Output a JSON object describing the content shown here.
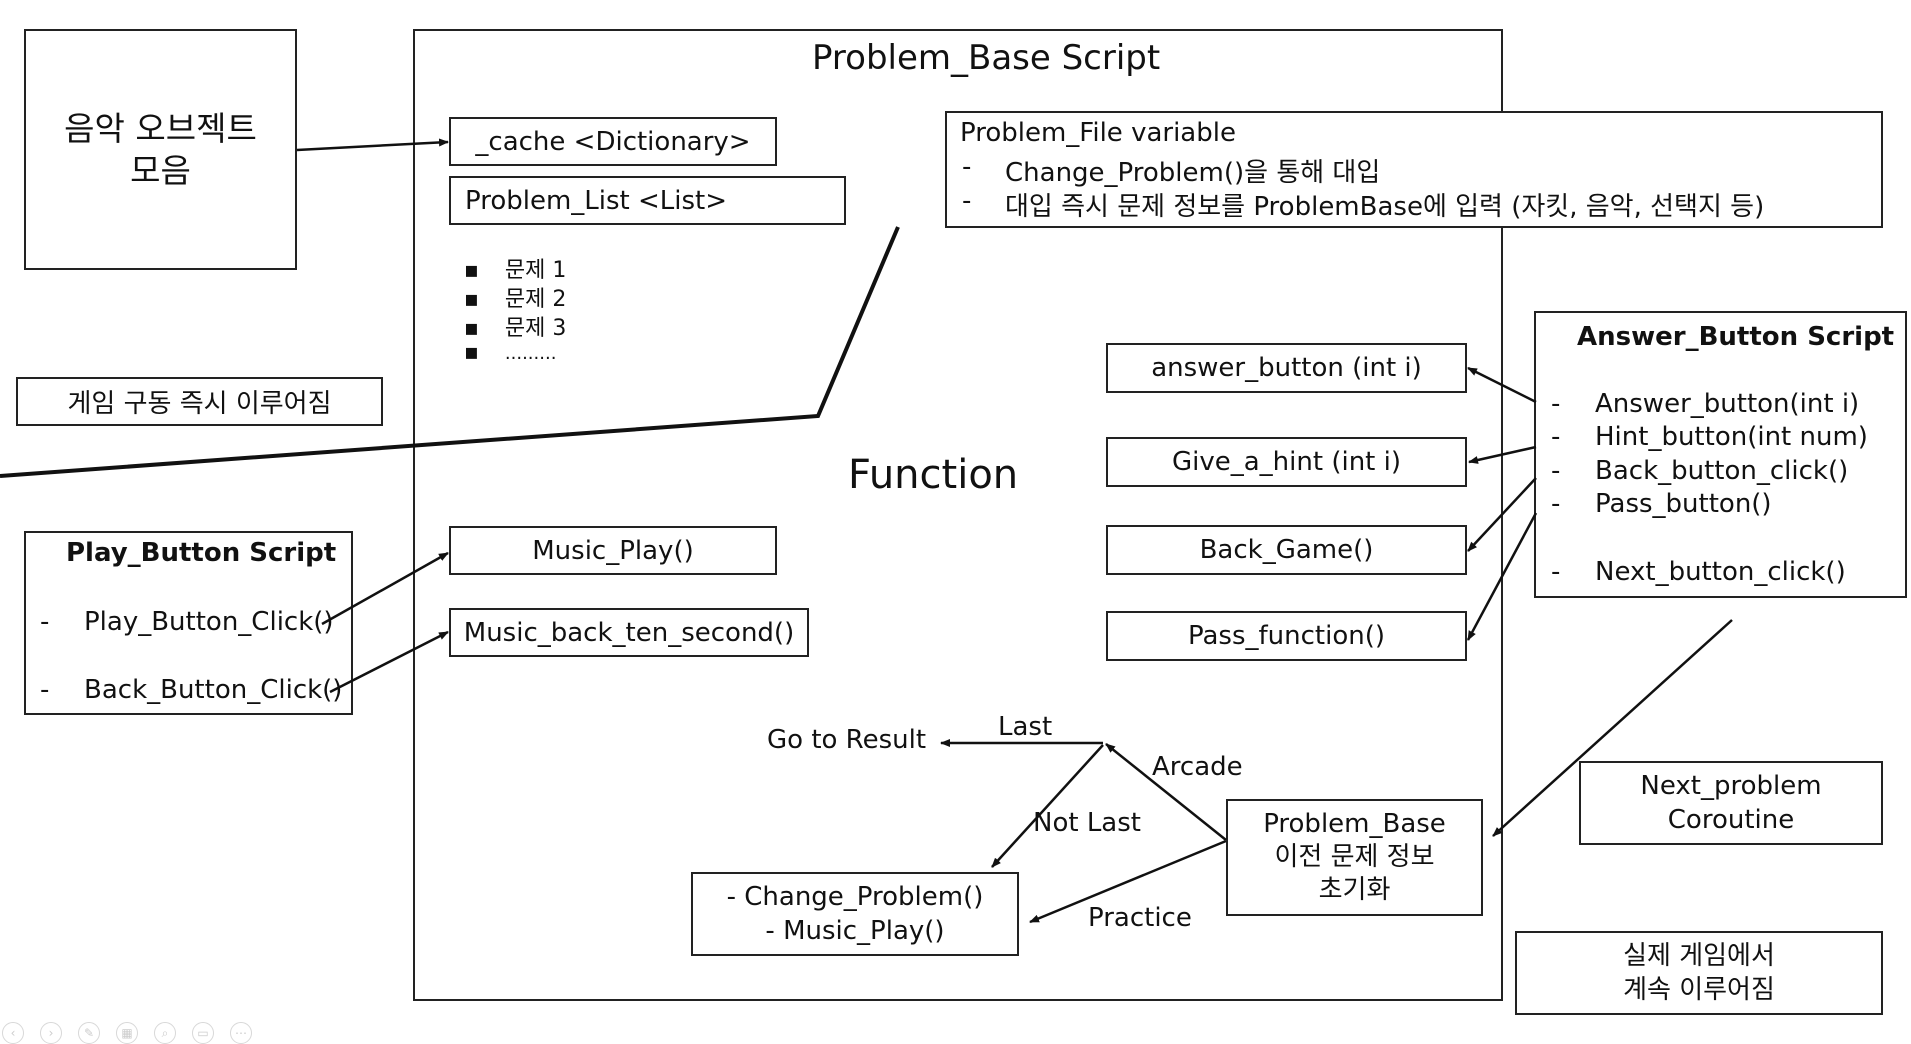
{
  "music_objects": [
    "음악 오브젝트",
    "모음"
  ],
  "game_start_note": "게임 구동 즉시 이루어짐",
  "problem_base": {
    "title": "Problem_Base Script",
    "cache": "_cache <Dictionary>",
    "problem_list": "Problem_List <List>",
    "list_items": [
      "문제 1",
      "문제 2",
      "문제 3",
      "........."
    ],
    "function_label": "Function",
    "music_play": "Music_Play()",
    "music_back": "Music_back_ten_second()",
    "answer_button": "answer_button (int i)",
    "give_hint": "Give_a_hint (int i)",
    "back_game": "Back_Game()",
    "pass_function": "Pass_function()"
  },
  "problem_file": {
    "title": "Problem_File variable",
    "lines": [
      "Change_Problem()을 통해 대입",
      "대입 즉시 문제 정보를 ProblemBase에 입력 (자킷, 음악, 선택지 등)"
    ]
  },
  "answer_script": {
    "title": "Answer_Button Script",
    "items": [
      "Answer_button(int i)",
      "Hint_button(int num)",
      "Back_button_click()",
      "Pass_button()",
      "Next_button_click()"
    ]
  },
  "play_script": {
    "title": "Play_Button Script",
    "items": [
      "Play_Button_Click()",
      "Back_Button_Click()"
    ]
  },
  "flow": {
    "go_to_result": "Go to Result",
    "last": "Last",
    "arcade": "Arcade",
    "not_last": "Not Last",
    "practice": "Practice",
    "change_box": [
      "- Change_Problem()",
      "- Music_Play()"
    ],
    "reset_box": [
      "Problem_Base",
      "이전 문제 정보",
      "초기화"
    ]
  },
  "next_problem": [
    "Next_problem",
    "Coroutine"
  ],
  "ingame_note": [
    "실제 게임에서",
    "계속 이루어짐"
  ]
}
